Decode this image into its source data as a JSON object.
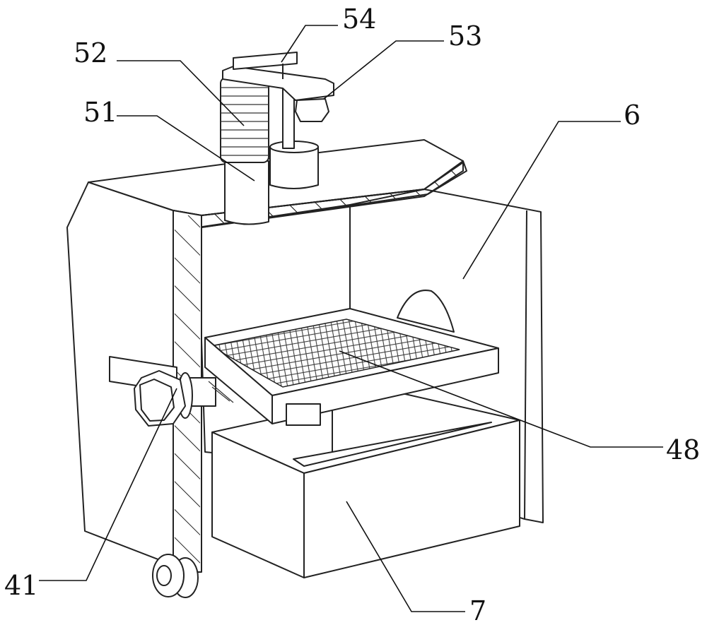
{
  "labels": {
    "l54": "54",
    "l53": "53",
    "l52": "52",
    "l51": "51",
    "l6": "6",
    "l48": "48",
    "l41": "41",
    "l7": "7"
  }
}
